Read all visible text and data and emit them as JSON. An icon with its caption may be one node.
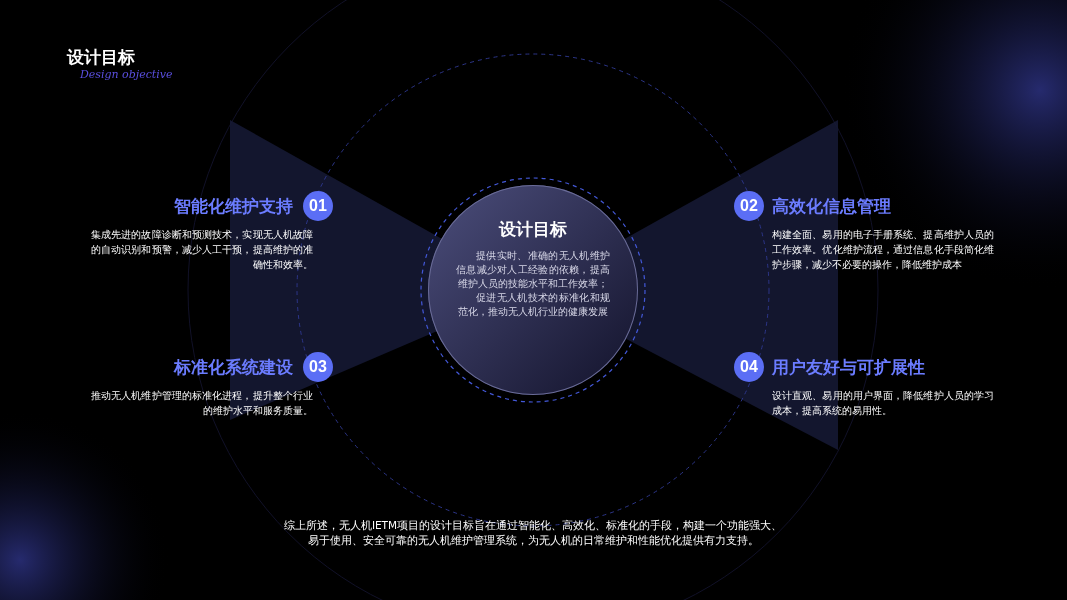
{
  "diagram": {
    "nodes": [
      {
        "text": [
          "设计目标",
          "提供实时、准确的无人机维护信息减少对人工经验的依赖，提高维护人员的技能水平和工作效率；",
          "促进无人机技术的标准化和规范化，推动无人机行业的健康发展"
        ]
      },
      {
        "text": [
          "01"
        ],
        "beside": [
          "智能化维护支持",
          "集成先进的故障诊断和预测技术，实现无人机故障的自动识别和预警，减少人工干预，提高维护的准确性和效率。"
        ]
      },
      {
        "text": [
          "02"
        ],
        "beside": [
          "高效化信息管理",
          "构建全面、易用的电子手册系统、提高维护人员的工作效率。优化维护流程，通过信息化手段简化维护步骤，减少不必要的操作，降低维护成本"
        ]
      },
      {
        "text": [
          "03"
        ],
        "beside": [
          "标准化系统建设",
          "推动无人机维护管理的标准化进程，提升整个行业的维护水平和服务质量。"
        ]
      },
      {
        "text": [
          "04"
        ],
        "beside": [
          "用户友好与可扩展性",
          "设计直观、易用的用户界面，降低维护人员的学习成本，提高系统的易用性。"
        ]
      }
    ],
    "labels": [
      "设计目标",
      "Design objective",
      "综上所述，无人机IETM项目的设计目标旨在通过智能化、高效化、标准化的手段，构建一个功能强大、易于使用、安全可靠的无人机维护管理系统，为无人机的日常维护和性能优化提供有力支持。"
    ]
  }
}
